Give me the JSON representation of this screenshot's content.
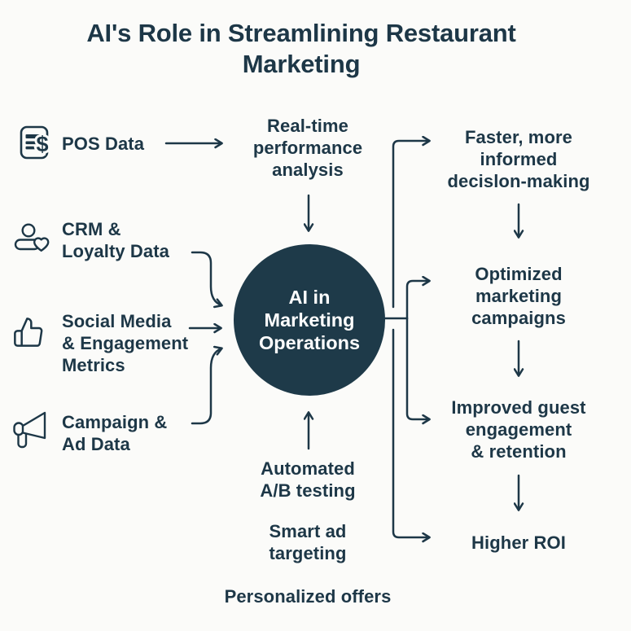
{
  "title": "AI's Role in Streamlining Restaurant\nMarketing",
  "colors": {
    "ink": "#1d3747",
    "circle_fill": "#1e3a49",
    "background": "#fbfbf9",
    "circle_text": "#ffffff"
  },
  "center_node": {
    "label": "AI in\nMarketing\nOperations"
  },
  "inputs": [
    {
      "label": "POS Data",
      "icon": "receipt-dollar-icon"
    },
    {
      "label": "CRM &\nLoyalty Data",
      "icon": "person-heart-icon"
    },
    {
      "label": "Social Media\n& Engagement\nMetrics",
      "icon": "thumbs-up-icon"
    },
    {
      "label": "Campaign &\nAd Data",
      "icon": "megaphone-icon"
    }
  ],
  "top_process": {
    "label": "Real-time\nperformance\nanalysis"
  },
  "bottom_processes": [
    {
      "label": "Automated\nA/B testing"
    },
    {
      "label": "Smart ad\ntargeting"
    },
    {
      "label": "Personalized offers"
    }
  ],
  "outcomes": [
    {
      "label": "Faster, more\ninformed\ndecislon-making"
    },
    {
      "label": "Optimized\nmarketing\ncampaigns"
    },
    {
      "label": "Improved guest\nengagement\n& retention"
    },
    {
      "label": "Higher ROI"
    }
  ],
  "icons": {
    "pos_dollar": "$"
  }
}
